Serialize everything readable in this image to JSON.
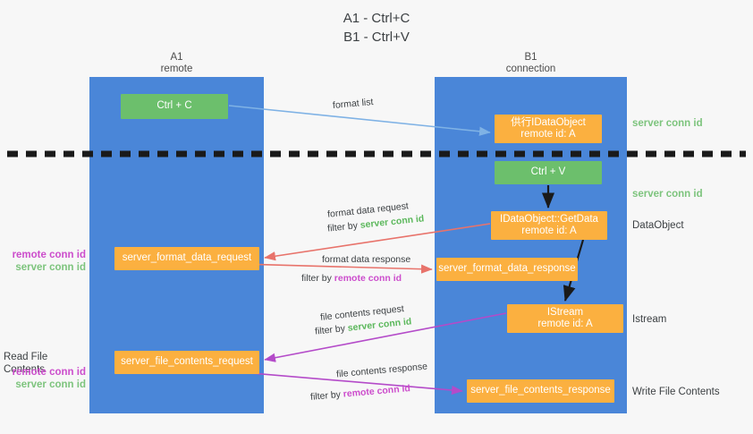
{
  "title": {
    "line1": "A1 - Ctrl+C",
    "line2": "B1 - Ctrl+V"
  },
  "lanes": [
    {
      "name": "A1",
      "sub": "remote"
    },
    {
      "name": "B1",
      "sub": "connection"
    }
  ],
  "boxes": {
    "ctrl_c": "Ctrl + C",
    "idataobject_line1": "供行IDataObject",
    "idataobject_line2": "remote id: A",
    "ctrl_v": "Ctrl + V",
    "getdata_line1": "IDataObject::GetData",
    "getdata_line2": "remote id: A",
    "format_data_request": "server_format_data_request",
    "format_data_response": "server_format_data_response",
    "istream_line1": "IStream",
    "istream_line2": "remote id: A",
    "file_contents_request": "server_file_contents_request",
    "file_contents_response": "server_file_contents_response"
  },
  "right_labels": {
    "server_conn_id_top": "server conn id",
    "server_conn_id_mid": "server conn id",
    "dataobject": "DataObject",
    "istream": "Istream",
    "write_file_contents": "Write File Contents"
  },
  "left_labels": {
    "remote_conn_id_1": "remote conn id",
    "server_conn_id_1": "server conn id",
    "read_file_contents": "Read File Contents",
    "remote_conn_id_2": "remote conn id",
    "server_conn_id_2": "server conn id"
  },
  "edges": {
    "format_list": "format list",
    "format_data_request": "format data request",
    "format_data_request_filter_prefix": "filter by ",
    "format_data_request_filter_value": "server conn id",
    "format_data_response": "format data response",
    "format_data_response_filter_prefix": "filter by ",
    "format_data_response_filter_value": "remote conn id",
    "file_contents_request": "file contents request",
    "file_contents_request_filter_prefix": "filter by ",
    "file_contents_request_filter_value": "server conn id",
    "file_contents_response": "file contents response",
    "file_contents_response_filter_prefix": "filter by ",
    "file_contents_response_filter_value": "remote conn id"
  },
  "colors": {
    "lane": "#4a86d8",
    "box_orange": "#fbb040",
    "box_green": "#6cbf6c",
    "arrow_blue": "#7fb2e5",
    "arrow_red": "#e8736b",
    "arrow_magenta": "#b44bc9",
    "arrow_black": "#1a1a1a",
    "green_text": "#7dc47d",
    "magenta_text": "#cc4dcc"
  }
}
